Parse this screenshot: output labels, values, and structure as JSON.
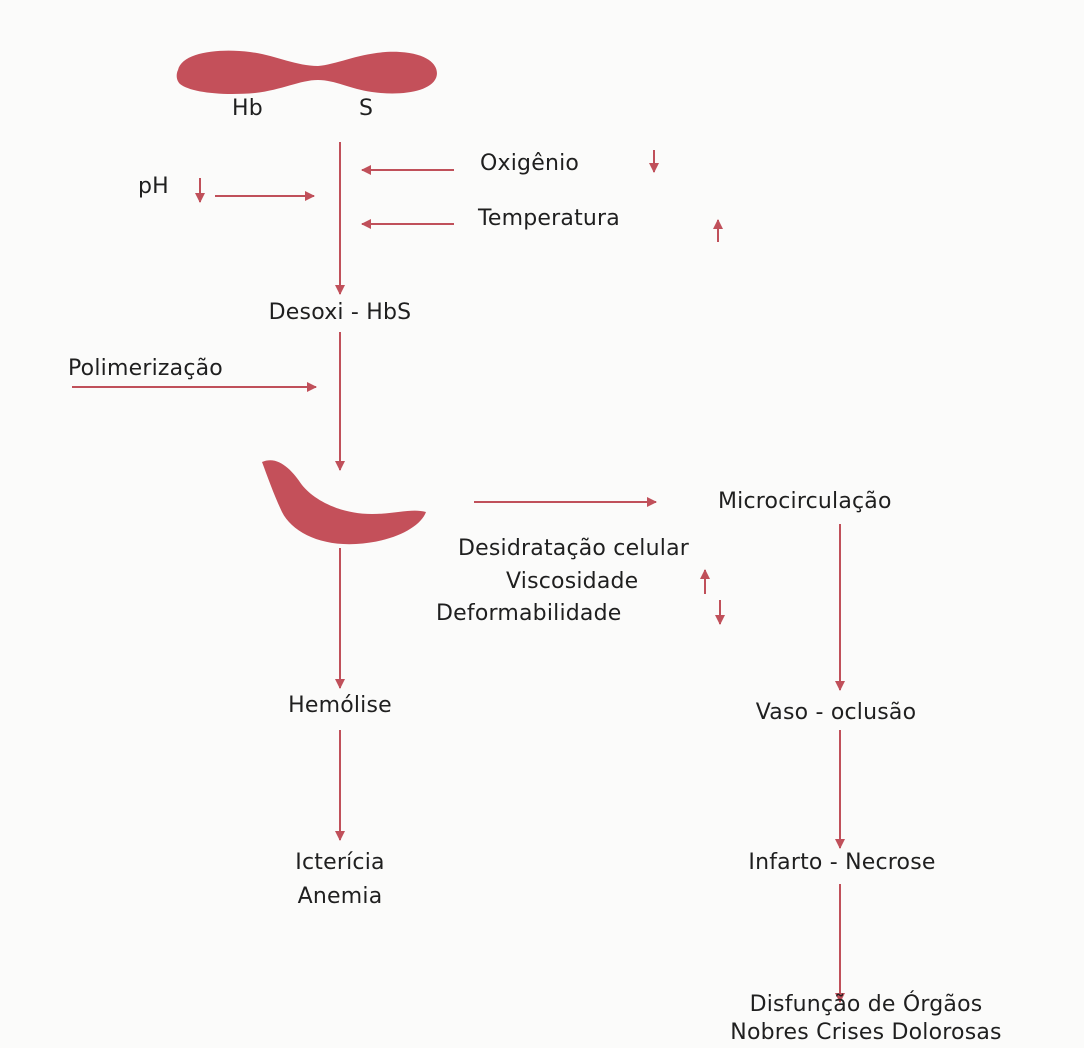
{
  "hbs_molecule": {
    "left_label": "Hb",
    "right_label": "S"
  },
  "factors": {
    "oxygen": "Oxigênio",
    "ph": "pH",
    "temperature": "Temperatura"
  },
  "desoxi": "Desoxi - HbS",
  "polymerization": "Polimerização",
  "sickle_effects": {
    "dehydration": "Desidratação celular",
    "viscosity": "Viscosidade",
    "deformability": "Deformabilidade"
  },
  "left_branch": {
    "hemolysis": "Hemólise",
    "outcome_line1": "Icterícia",
    "outcome_line2": "Anemia"
  },
  "right_branch": {
    "microcirculation": "Microcirculação",
    "vaso_occlusion": "Vaso - oclusão",
    "infarction": "Infarto - Necrose",
    "outcome_line1": "Disfunção de Órgãos",
    "outcome_line2": "Nobres Crises Dolorosas"
  },
  "colors": {
    "accent": "#c0505a",
    "shape_fill": "#c4505a",
    "text": "#1f1f1f"
  }
}
